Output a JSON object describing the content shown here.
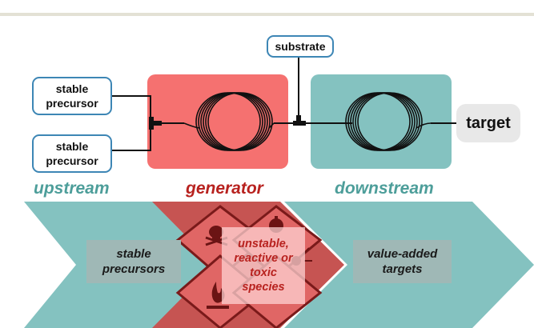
{
  "inputs": {
    "precursor_top": [
      "stable",
      "precursor"
    ],
    "precursor_bottom": [
      "stable",
      "precursor"
    ],
    "substrate": "substrate",
    "target": "target"
  },
  "stages": {
    "upstream": "upstream",
    "generator": "generator",
    "downstream": "downstream"
  },
  "panels": {
    "stable_precursors": [
      "stable",
      "precursors"
    ],
    "unstable_species": [
      "unstable,",
      "reactive or",
      "toxic",
      "species"
    ],
    "value_added_targets": [
      "value-added",
      "targets"
    ]
  },
  "icons": [
    "skull-crossbones-icon",
    "flame-icon",
    "exploding-bomb-icon"
  ],
  "colors": {
    "teal": "#84c2c0",
    "red": "#f57170",
    "dark_red": "#c0504d",
    "label_teal": "#4d9e9a",
    "label_red": "#b8221f",
    "pill_border": "#3d86b5"
  }
}
